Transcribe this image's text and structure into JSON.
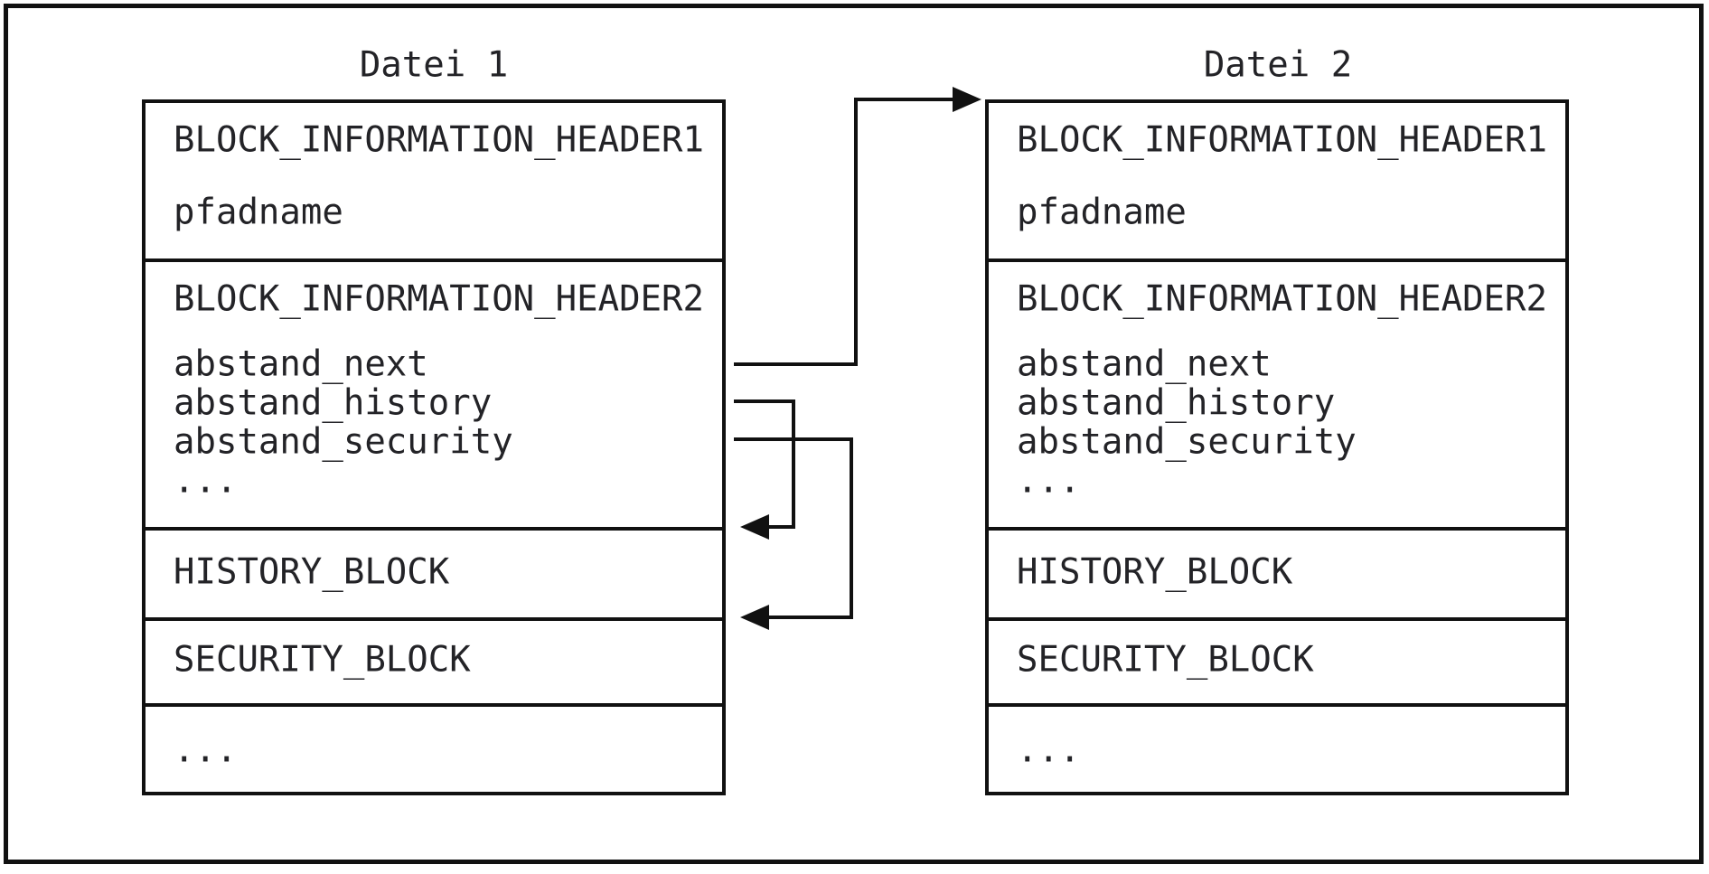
{
  "figure": {
    "background": "#ffffff",
    "line_color": "#111111",
    "text_color": "#232327"
  },
  "files": [
    {
      "title": "Datei 1",
      "header1": "BLOCK_INFORMATION_HEADER1",
      "pfadname": "pfadname",
      "header2": "BLOCK_INFORMATION_HEADER2",
      "abstand_next": "abstand_next",
      "abstand_history": "abstand_history",
      "abstand_security": "abstand_security",
      "abstand_ellipsis": "...",
      "history_block": "HISTORY_BLOCK",
      "security_block": "SECURITY_BLOCK",
      "tail_ellipsis": "..."
    },
    {
      "title": "Datei 2",
      "header1": "BLOCK_INFORMATION_HEADER1",
      "pfadname": "pfadname",
      "header2": "BLOCK_INFORMATION_HEADER2",
      "abstand_next": "abstand_next",
      "abstand_history": "abstand_history",
      "abstand_security": "abstand_security",
      "abstand_ellipsis": "...",
      "history_block": "HISTORY_BLOCK",
      "security_block": "SECURITY_BLOCK",
      "tail_ellipsis": "..."
    }
  ],
  "arrows": [
    {
      "name": "abstand_next-pointer",
      "from": "Datei 1: abstand_next",
      "to": "Datei 2: start of file"
    },
    {
      "name": "abstand_history-pointer",
      "from": "Datei 1: abstand_history",
      "to": "Datei 1: HISTORY_BLOCK"
    },
    {
      "name": "abstand_security-pointer",
      "from": "Datei 1: abstand_security",
      "to": "Datei 1: SECURITY_BLOCK"
    }
  ]
}
